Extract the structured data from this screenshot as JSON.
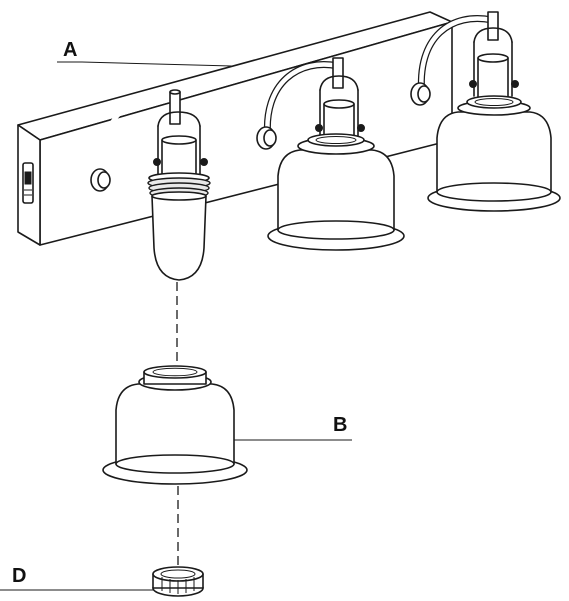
{
  "callouts": {
    "a": "A",
    "b": "B",
    "d": "D"
  },
  "colors": {
    "line": "#1a1a1a",
    "background": "#ffffff"
  }
}
